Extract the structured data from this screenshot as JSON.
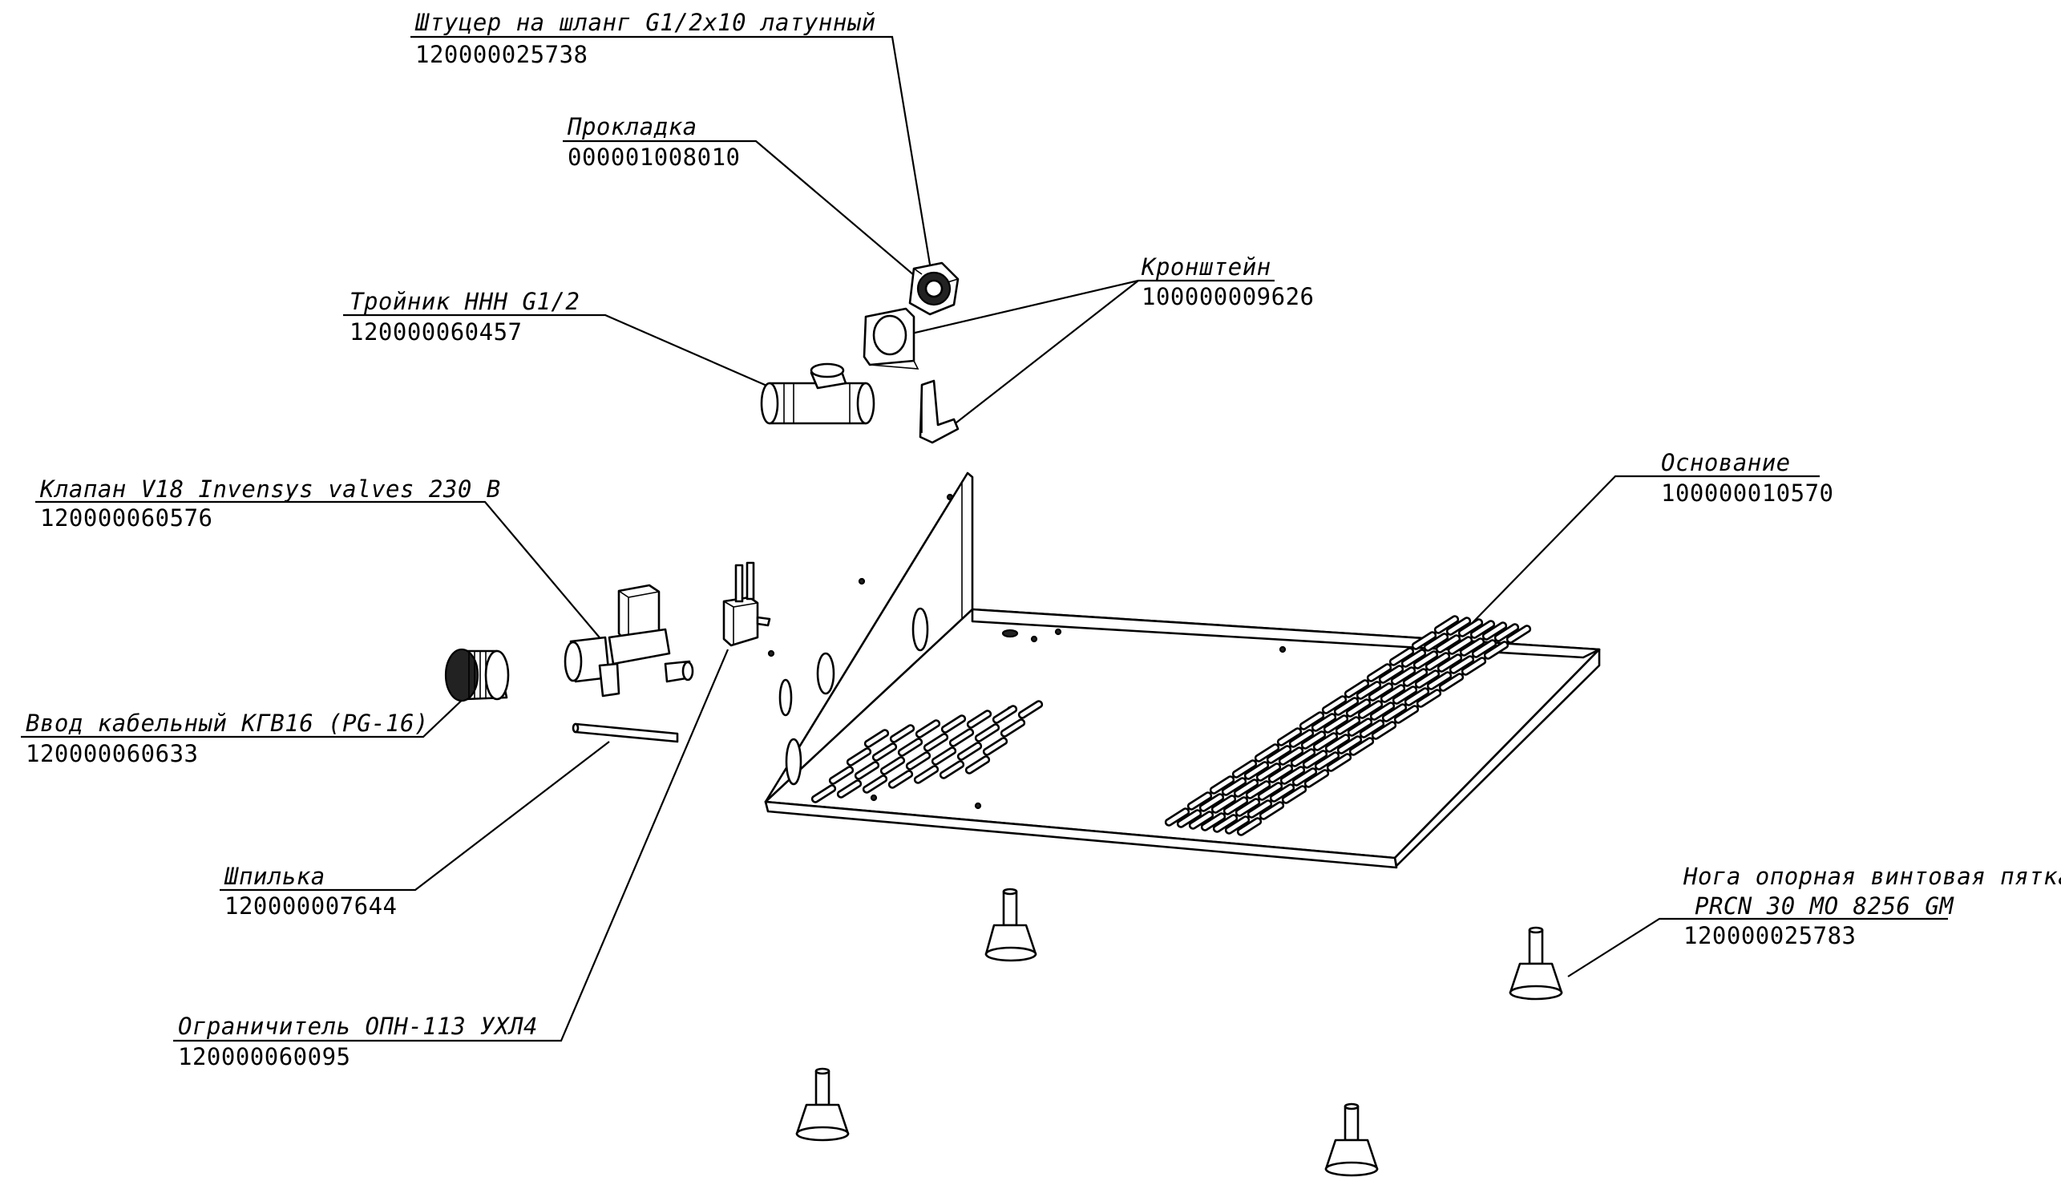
{
  "callouts": [
    {
      "id": "fitting",
      "name": "Штуцер на шланг G1/2x10 латунный",
      "code": "120000025738"
    },
    {
      "id": "gasket",
      "name": "Прокладка",
      "code": "000001008010"
    },
    {
      "id": "bracket",
      "name": "Кронштейн",
      "code": "100000009626"
    },
    {
      "id": "tee",
      "name": "Тройник ННН G1/2",
      "code": "120000060457"
    },
    {
      "id": "base",
      "name": "Основание",
      "code": "100000010570"
    },
    {
      "id": "valve",
      "name": "Клапан V18 Invensys valves 230 В",
      "code": "120000060576"
    },
    {
      "id": "cable-gland",
      "name": "Ввод кабельный КГВ16 (PG-16)",
      "code": "120000060633"
    },
    {
      "id": "pin",
      "name": "Шпилька",
      "code": "120000007644"
    },
    {
      "id": "foot",
      "name": "Нога опорная винтовая пятка",
      "name2": "PRCN 30 MO 8256 GM",
      "code": "120000025783"
    },
    {
      "id": "limiter",
      "name": "Ограничитель ОПН-113 УХЛ4",
      "code": "120000060095"
    }
  ]
}
